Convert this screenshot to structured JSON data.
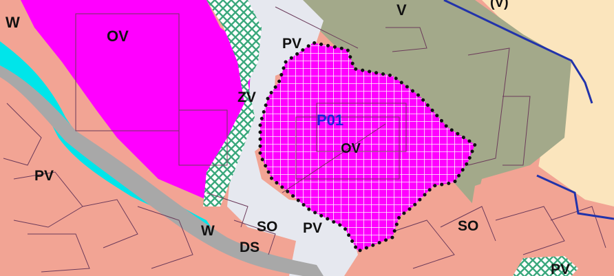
{
  "map": {
    "labels": {
      "w_top": "W",
      "ov_top": "OV",
      "v_top": "V",
      "v_paren": "(V)",
      "pv_top": "PV",
      "zv": "ZV",
      "p01": "P01",
      "ov_center": "OV",
      "pv_left": "PV",
      "w_bottom": "W",
      "so_bottom": "SO",
      "pv_bottom": "PV",
      "ds": "DS",
      "so_right": "SO",
      "pv_bottom_right": "PV"
    },
    "colors": {
      "residential_salmon": "#f2a494",
      "civic_magenta": "#ff00ff",
      "agricultural_olive": "#a3a98a",
      "greenery_teal": "#5cbf96",
      "water_cyan": "#00e5ea",
      "public_space_pale": "#e6e8ef",
      "rural_cream": "#fbe5bd",
      "road_gray": "#a8a8a8",
      "proposal_grid": "#ffffff",
      "proposal_boundary_dots": "#111111",
      "boundary_blue": "#2233aa",
      "label_blue": "#2222dd"
    }
  }
}
